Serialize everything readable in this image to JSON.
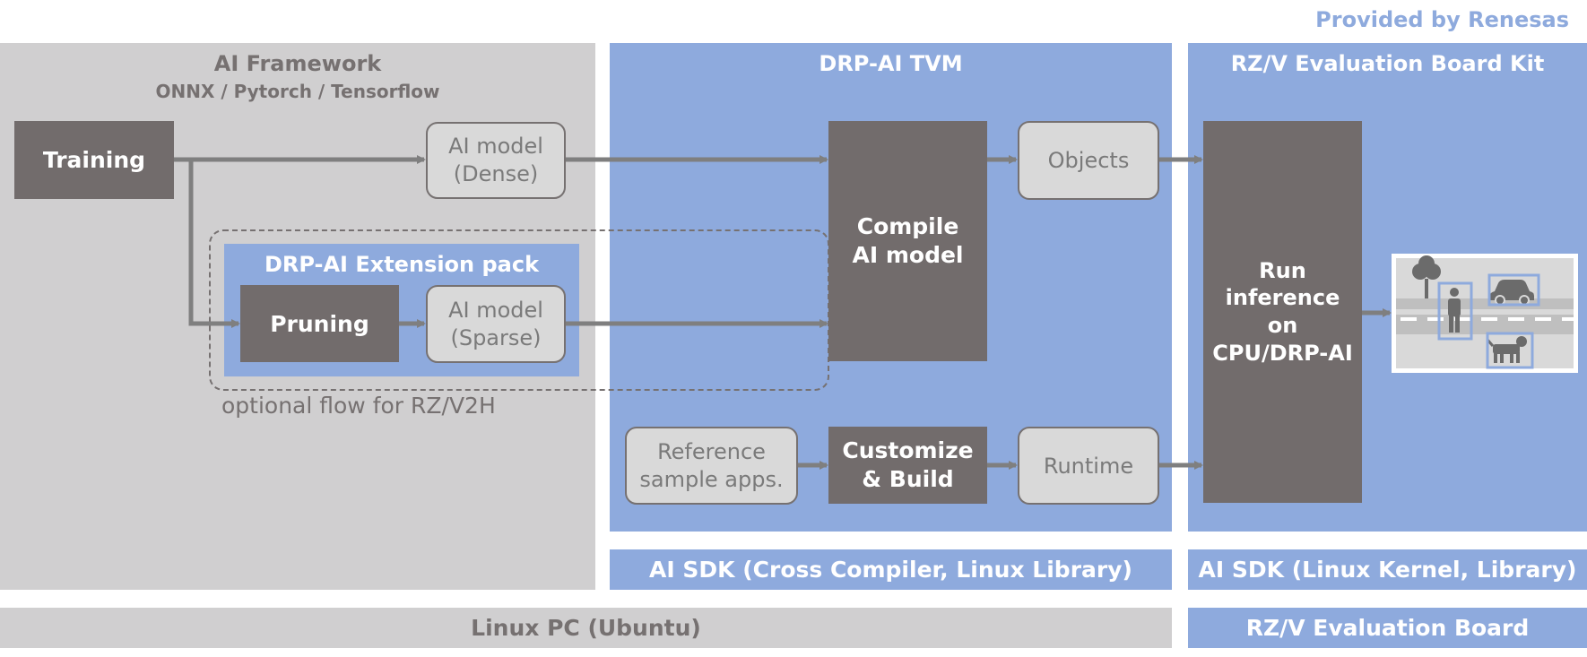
{
  "header": {
    "provider": "Provided by Renesas"
  },
  "ai_framework": {
    "title": "AI Framework",
    "subtitle": "ONNX / Pytorch / Tensorflow",
    "training": "Training",
    "model_dense": "AI model\n(Dense)"
  },
  "extension": {
    "title": "DRP-AI Extension pack",
    "pruning": "Pruning",
    "model_sparse": "AI model\n(Sparse)",
    "optional_label": "optional flow for RZ/V2H"
  },
  "tvm": {
    "title": "DRP-AI TVM",
    "compile": "Compile\nAI model",
    "objects": "Objects",
    "reference": "Reference\nsample apps.",
    "customize": "Customize\n& Build",
    "runtime": "Runtime"
  },
  "board_kit": {
    "title": "RZ/V Evaluation Board Kit",
    "run": "Run\ninference\non\nCPU/DRP-AI"
  },
  "bars": {
    "sdk_cross": "AI SDK (Cross Compiler, Linux Library)",
    "sdk_kernel": "AI SDK (Linux Kernel, Library)",
    "linux_pc": "Linux PC (Ubuntu)",
    "eval_board": "RZ/V Evaluation Board"
  },
  "colors": {
    "panel_gray": "#d0cfd0",
    "panel_blue": "#8eaadd",
    "dark_box": "#726c6c",
    "light_box": "#d9d9d9",
    "arrow": "#7f7f7f",
    "accent_text": "#8eaadd"
  },
  "icons": [
    "tree-icon",
    "car-icon",
    "person-icon",
    "dog-icon"
  ]
}
